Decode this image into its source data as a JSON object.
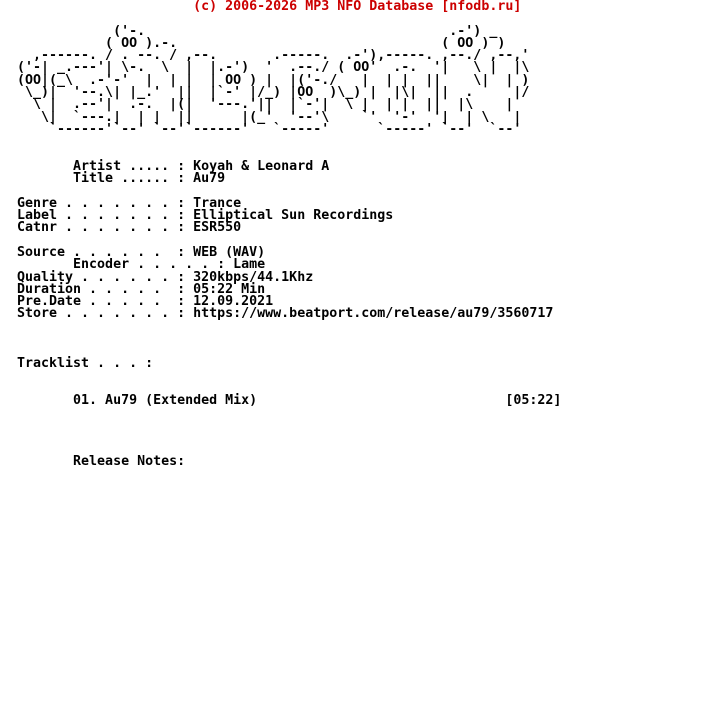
{
  "meta": {
    "background_color": "#ffffff",
    "text_color": "#000000",
    "accent_red": "#cc0000"
  },
  "header": {
    "text": "(c) 2006-2026 MP3 NFO Database [nfodb.ru]",
    "render": "                      (c) 2006-2026 MP3 NFO Database [nfodb.ru]"
  },
  "ascii_logo": {
    "group_name": "FALCON",
    "rows": [
      "            ('-.                                      .-') _",
      "           ( OO ).-.                                 ( OO ) )",
      "  ,------. / . --. / ,--.       .-----.  .-'),-----. ,--./ ,--,'",
      "('-| _.---'| \\-.  \\  |  |.-')  '  .--./ ( OO'  .-.  '|   \\ |  |\\",
      "(OO|(_\\  .-'-'  |  | |  | OO ) |  |('-./   |  | |  ||    \\|  | )",
      " \\_)|  '--.\\| |_.'  ||  |`-' |/_) |OO  )\\_) |  |\\|  ||  .     |/",
      "  \\ |  .--'|  .-.  |(|  '---.'||  |`-'|  \\ |  | |  ||  |\\    |",
      "   \\|  `---.|  | |  ||      |(_'  '--'\\    `'  '-'  '|  | \\   |",
      "    `------'`--' `--'`------'   `-----'      `-----' `--'  `--'"
    ]
  },
  "release": {
    "artist": "Koyah & Leonard A",
    "title": "Au79",
    "genre": "Trance",
    "label": "Elliptical Sun Recordings",
    "catnr": "ESR550",
    "source": "WEB (WAV)",
    "encoder": "Lame",
    "quality": "320kbps/44.1Khz",
    "duration": "05:22 Min",
    "pre_date": "12.09.2021",
    "store_url": "https://www.beatport.com/release/au79/3560717"
  },
  "tracklist": {
    "heading": "Tracklist",
    "tracks": [
      {
        "no": "01",
        "title": "Au79 (Extended Mix)",
        "length": "[05:22]"
      }
    ]
  },
  "notes_heading": "Release Notes:",
  "render_lines": [
    {
      "name": "nfodb-copyright-line",
      "color": "c-red",
      "text": "                      (c) 2006-2026 MP3 NFO Database [nfodb.ru]"
    },
    {
      "text": ""
    },
    {
      "name": "ascii-logo-row",
      "ref": "ascii_logo.rows.0"
    },
    {
      "name": "ascii-logo-row",
      "ref": "ascii_logo.rows.1"
    },
    {
      "name": "ascii-logo-row",
      "ref": "ascii_logo.rows.2"
    },
    {
      "name": "ascii-logo-row",
      "ref": "ascii_logo.rows.3"
    },
    {
      "name": "ascii-logo-row",
      "ref": "ascii_logo.rows.4"
    },
    {
      "name": "ascii-logo-row",
      "ref": "ascii_logo.rows.5"
    },
    {
      "name": "ascii-logo-row",
      "ref": "ascii_logo.rows.6"
    },
    {
      "name": "ascii-logo-row",
      "ref": "ascii_logo.rows.7"
    },
    {
      "name": "ascii-logo-row",
      "ref": "ascii_logo.rows.8"
    },
    {
      "text": ""
    },
    {
      "text": ""
    },
    {
      "name": "artist-line",
      "text": "       Artist ..... : Koyah & Leonard A"
    },
    {
      "name": "title-line",
      "text": "       Title ...... : Au79"
    },
    {
      "text": ""
    },
    {
      "name": "genre-line",
      "text": "Genre . . . . . . . : Trance"
    },
    {
      "name": "label-line",
      "text": "Label . . . . . . . : Elliptical Sun Recordings"
    },
    {
      "name": "catnr-line",
      "text": "Catnr . . . . . . . : ESR550"
    },
    {
      "text": ""
    },
    {
      "name": "source-line",
      "text": "Source . . . . . .  : WEB (WAV)"
    },
    {
      "name": "encoder-line",
      "text": "       Encoder . . . . . : Lame"
    },
    {
      "name": "quality-line",
      "text": "Quality . . . . . . : 320kbps/44.1Khz"
    },
    {
      "name": "duration-line",
      "text": "Duration . . . . .  : 05:22 Min"
    },
    {
      "name": "predate-line",
      "text": "Pre.Date . . . . .  : 12.09.2021"
    },
    {
      "name": "store-line",
      "text": "Store . . . . . . . : https://www.beatport.com/release/au79/3560717"
    },
    {
      "text": ""
    },
    {
      "text": ""
    },
    {
      "text": ""
    },
    {
      "name": "tracklist-heading-line",
      "text": "Tracklist . . . :"
    },
    {
      "text": ""
    },
    {
      "text": ""
    },
    {
      "name": "track-row",
      "text": "       01. Au79 (Extended Mix)                               [05:22]"
    },
    {
      "text": ""
    },
    {
      "text": ""
    },
    {
      "text": ""
    },
    {
      "text": ""
    },
    {
      "name": "release-notes-heading-line",
      "text": "       Release Notes:"
    },
    {
      "text": ""
    },
    {
      "text": ""
    }
  ]
}
